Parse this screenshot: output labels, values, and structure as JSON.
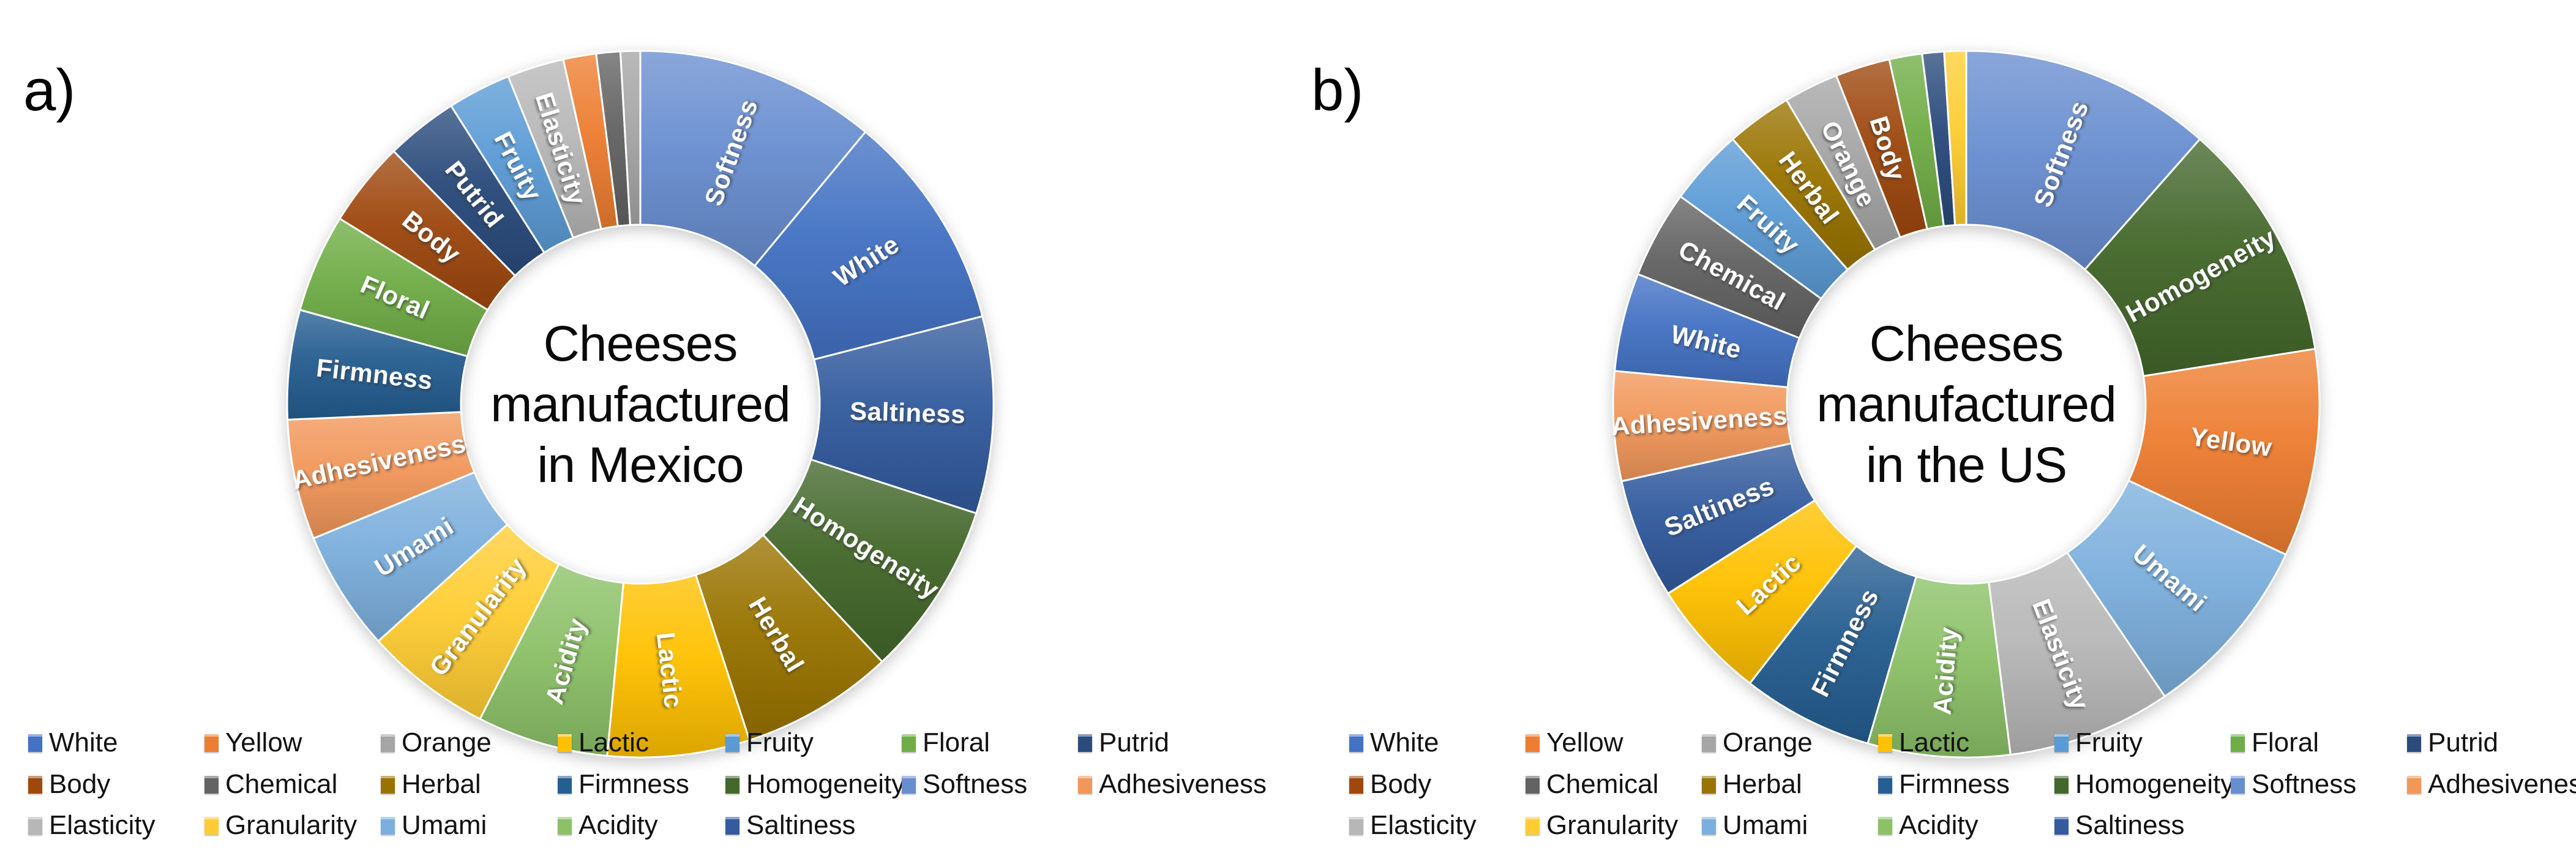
{
  "panels": [
    {
      "letter": "a)",
      "title_lines": [
        "Cheeses",
        "manufactured",
        "in Mexico"
      ]
    },
    {
      "letter": "b)",
      "title_lines": [
        "Cheeses",
        "manufactured",
        "in the US"
      ]
    }
  ],
  "palette": {
    "White": "#4472C4",
    "Yellow": "#ED7D31",
    "Orange": "#A5A5A5",
    "Lactic": "#FFC000",
    "Fruity": "#5B9BD5",
    "Floral": "#70AD47",
    "Putrid": "#2A4B7C",
    "Body": "#9E480E",
    "Chemical": "#636363",
    "Herbal": "#997300",
    "Firmness": "#255E91",
    "Homogeneity": "#43682B",
    "Softness": "#698ED0",
    "Adhesiveness": "#F1975A",
    "Elasticity": "#B7B7B7",
    "Granularity": "#FFCD33",
    "Umami": "#7CAFDD",
    "Acidity": "#8CC168",
    "Saltiness": "#335B9E"
  },
  "legend": {
    "rows": [
      [
        "White",
        "Yellow",
        "Orange",
        "Lactic",
        "Fruity",
        "Floral",
        "Putrid"
      ],
      [
        "Body",
        "Chemical",
        "Herbal",
        "Firmness",
        "Homogeneity",
        "Softness",
        "Adhesiveness"
      ],
      [
        "Elasticity",
        "Granularity",
        "Umami",
        "Acidity",
        "Saltiness"
      ]
    ]
  },
  "chart_data": [
    {
      "type": "pie",
      "subtype": "doughnut",
      "panel": "a",
      "title": "Cheeses manufactured in Mexico",
      "value_unit": "percent of ring (estimated from arc angles)",
      "order": "clockwise from 12 o'clock",
      "legend_position": "bottom",
      "slices": [
        {
          "name": "Softness",
          "value": 11.0,
          "label_visible": true
        },
        {
          "name": "White",
          "value": 10.0,
          "label_visible": true
        },
        {
          "name": "Saltiness",
          "value": 9.0,
          "label_visible": true
        },
        {
          "name": "Homogeneity",
          "value": 8.0,
          "label_visible": true
        },
        {
          "name": "Herbal",
          "value": 7.0,
          "label_visible": true
        },
        {
          "name": "Lactic",
          "value": 6.5,
          "label_visible": true
        },
        {
          "name": "Acidity",
          "value": 6.0,
          "label_visible": true
        },
        {
          "name": "Granularity",
          "value": 5.8,
          "label_visible": true
        },
        {
          "name": "Umami",
          "value": 5.5,
          "label_visible": true
        },
        {
          "name": "Adhesiveness",
          "value": 5.5,
          "label_visible": true
        },
        {
          "name": "Firmness",
          "value": 5.0,
          "label_visible": true
        },
        {
          "name": "Floral",
          "value": 4.5,
          "label_visible": true
        },
        {
          "name": "Body",
          "value": 3.9,
          "label_visible": true
        },
        {
          "name": "Putrid",
          "value": 3.3,
          "label_visible": true
        },
        {
          "name": "Fruity",
          "value": 2.9,
          "label_visible": true
        },
        {
          "name": "Elasticity",
          "value": 2.6,
          "label_visible": true
        },
        {
          "name": "Yellow",
          "value": 1.5,
          "label_visible": false
        },
        {
          "name": "Chemical",
          "value": 1.1,
          "label_visible": false
        },
        {
          "name": "Orange",
          "value": 0.9,
          "label_visible": false
        }
      ]
    },
    {
      "type": "pie",
      "subtype": "doughnut",
      "panel": "b",
      "title": "Cheeses manufactured in the US",
      "value_unit": "percent of ring (estimated from arc angles)",
      "order": "clockwise from 12 o'clock",
      "legend_position": "bottom",
      "slices": [
        {
          "name": "Softness",
          "value": 11.5,
          "label_visible": true
        },
        {
          "name": "Homogeneity",
          "value": 11.0,
          "label_visible": true
        },
        {
          "name": "Yellow",
          "value": 9.5,
          "label_visible": true
        },
        {
          "name": "Umami",
          "value": 8.5,
          "label_visible": true
        },
        {
          "name": "Elasticity",
          "value": 7.5,
          "label_visible": true
        },
        {
          "name": "Acidity",
          "value": 6.5,
          "label_visible": true
        },
        {
          "name": "Firmness",
          "value": 6.0,
          "label_visible": true
        },
        {
          "name": "Lactic",
          "value": 5.5,
          "label_visible": true
        },
        {
          "name": "Saltiness",
          "value": 5.5,
          "label_visible": true
        },
        {
          "name": "Adhesiveness",
          "value": 5.0,
          "label_visible": true
        },
        {
          "name": "White",
          "value": 4.5,
          "label_visible": true
        },
        {
          "name": "Chemical",
          "value": 4.0,
          "label_visible": true
        },
        {
          "name": "Fruity",
          "value": 3.5,
          "label_visible": true
        },
        {
          "name": "Herbal",
          "value": 3.0,
          "label_visible": true
        },
        {
          "name": "Orange",
          "value": 2.5,
          "label_visible": true
        },
        {
          "name": "Body",
          "value": 2.5,
          "label_visible": true
        },
        {
          "name": "Floral",
          "value": 1.5,
          "label_visible": false
        },
        {
          "name": "Putrid",
          "value": 1.0,
          "label_visible": false
        },
        {
          "name": "Granularity",
          "value": 1.0,
          "label_visible": false
        }
      ]
    }
  ]
}
